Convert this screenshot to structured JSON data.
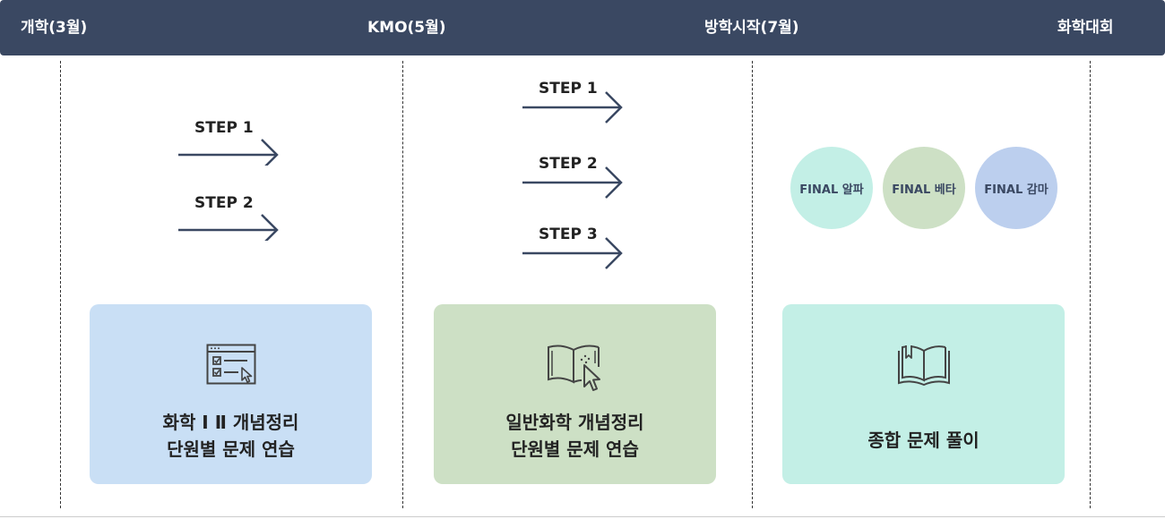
{
  "timeline": {
    "milestones": [
      "개학(3월)",
      "KMO(5월)",
      "방학시작(7월)",
      "화학대회"
    ]
  },
  "phase1": {
    "steps": [
      "STEP 1",
      "STEP 2"
    ],
    "card": {
      "line1": "화학 Ⅰ Ⅱ 개념정리",
      "line2": "단원별 문제 연습",
      "color": "#c9dff5",
      "icon": "checklist-window-icon"
    }
  },
  "phase2": {
    "steps": [
      "STEP 1",
      "STEP 2",
      "STEP 3"
    ],
    "card": {
      "line1": "일반화학 개념정리",
      "line2": "단원별 문제 연습",
      "color": "#cde0c5",
      "icon": "open-book-cursor-icon"
    }
  },
  "phase3": {
    "finals": [
      {
        "label": "FINAL 알파",
        "color": "#c3efe6"
      },
      {
        "label": "FINAL 베타",
        "color": "#cde0c5"
      },
      {
        "label": "FINAL 감마",
        "color": "#bccfee"
      }
    ],
    "card": {
      "line1": "종합 문제 풀이",
      "color": "#c3efe6",
      "icon": "bookmarked-book-icon"
    }
  },
  "colors": {
    "header": "#3a4862",
    "arrow": "#3a4862"
  }
}
